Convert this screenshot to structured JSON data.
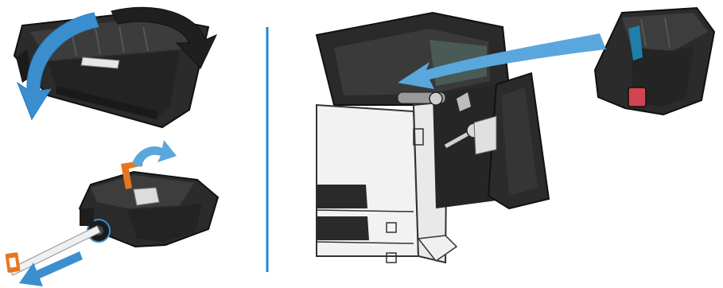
{
  "figure": {
    "panels": [
      {
        "id": "rock-cartridge",
        "icon": "toner-cartridge-rock-icon"
      },
      {
        "id": "remove-seal",
        "icon": "sealing-tape-pull-icon"
      },
      {
        "id": "install-cartridge",
        "icon": "printer-cartridge-insert-icon"
      }
    ],
    "colors": {
      "arrow_blue": "#3b8fcf",
      "arrow_blue_light": "#5aa7dd",
      "divider_blue": "#1e88d6",
      "tape_orange": "#e8761f",
      "handle_red": "#d0454f",
      "cartridge_dark": "#2b2b2b",
      "printer_white": "#f2f2f2",
      "printer_black": "#2a2a2a"
    }
  }
}
